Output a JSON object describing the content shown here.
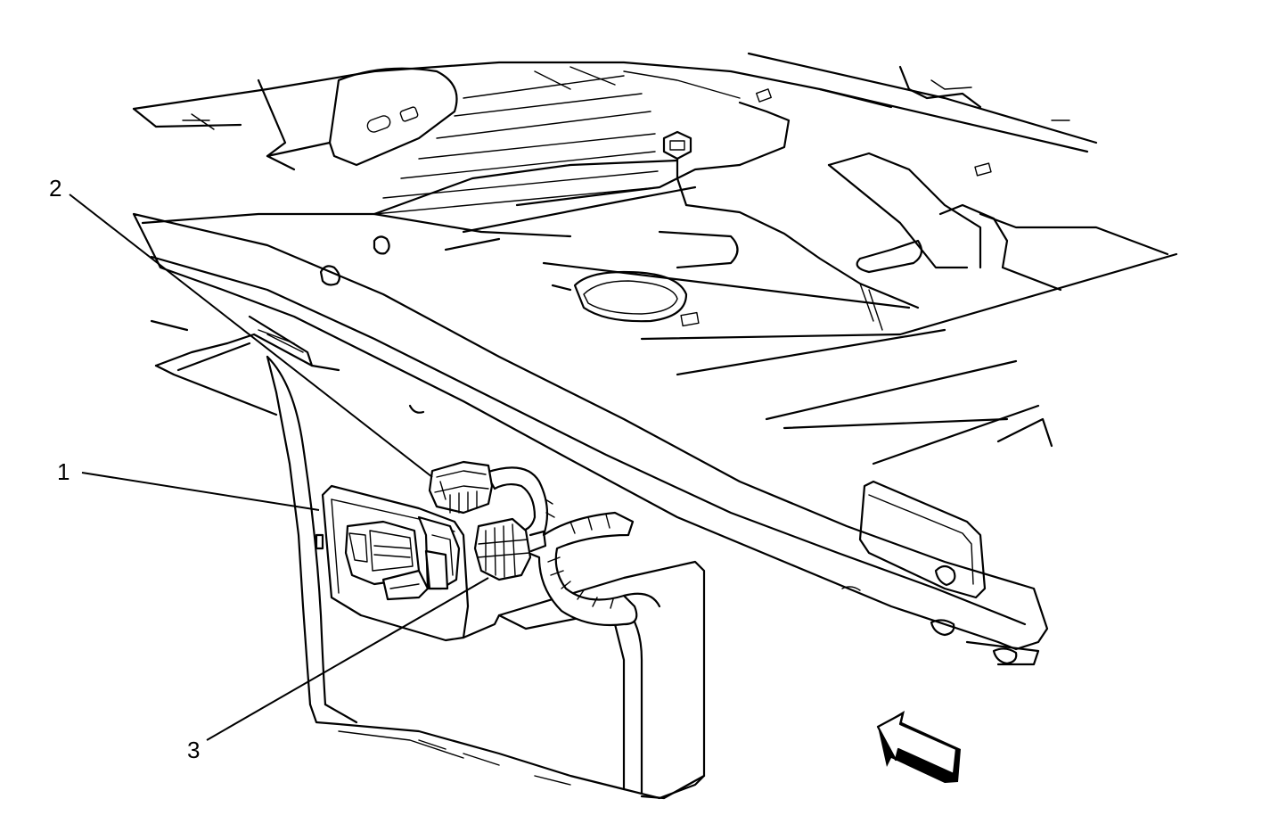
{
  "callouts": {
    "one": "1",
    "two": "2",
    "three": "3"
  },
  "colors": {
    "line": "#000000",
    "background": "#ffffff"
  },
  "icons": {
    "view_direction": "view-direction-arrow-icon"
  }
}
